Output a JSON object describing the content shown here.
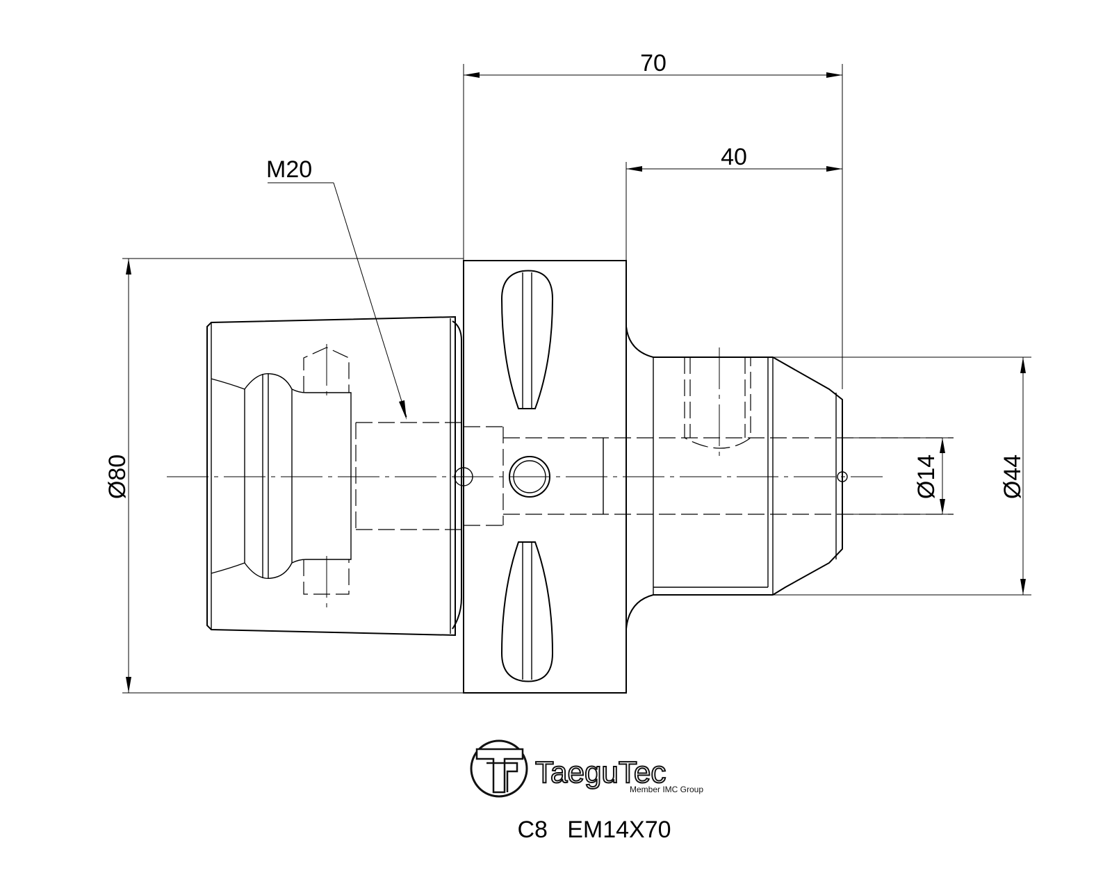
{
  "dimensions": {
    "overall_length": "70",
    "shank_length": "40",
    "thread": "M20",
    "flange_diameter": "Ø80",
    "bore_diameter": "Ø14",
    "shank_diameter": "Ø44"
  },
  "logo": {
    "brand": "TaeguTec",
    "tagline": "Member IMC Group"
  },
  "product_code": "C8   EM14X70"
}
